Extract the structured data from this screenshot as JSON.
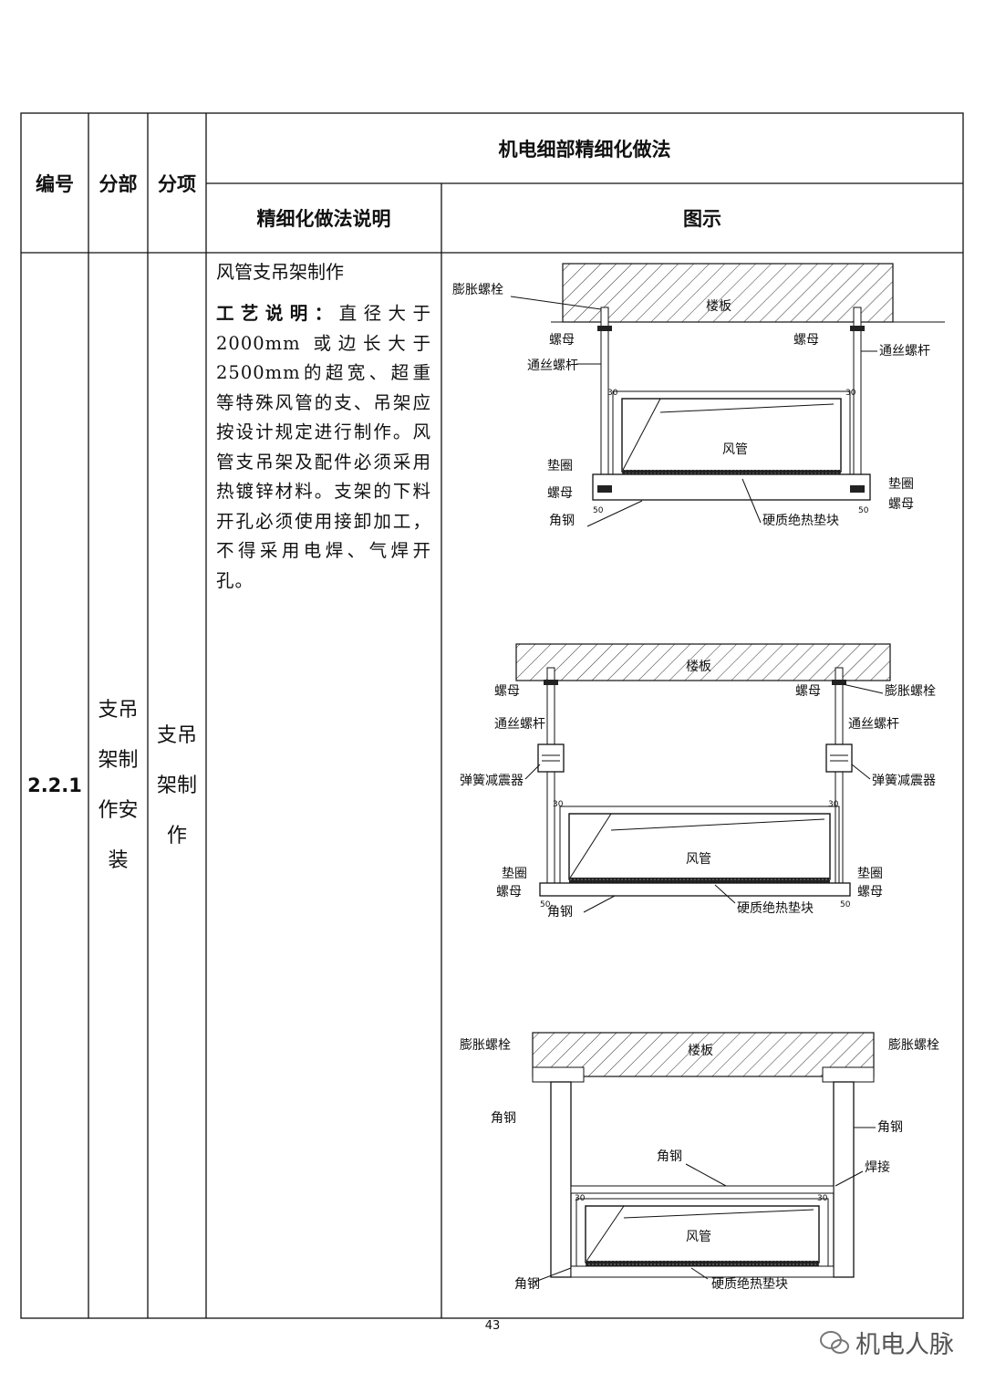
{
  "table": {
    "header": {
      "col_id": "编号",
      "col_part": "分部",
      "col_item": "分项",
      "col_group": "机电细部精细化做法",
      "col_desc": "精细化做法说明",
      "col_fig": "图示"
    },
    "row": {
      "id": "2.2.1",
      "part_lines": [
        "支吊",
        "架制",
        "作安",
        "装"
      ],
      "item_lines": [
        "支吊",
        "架制",
        "作"
      ],
      "desc_title": "风管支吊架制作",
      "desc_label": "工艺说明：",
      "desc_text": "直径大于2000mm 或边长大于2500mm的超宽、超重等特殊风管的支、吊架应按设计规定进行制作。风管支吊架及配件必须采用热镀锌材料。支架的下料开孔必须使用接卸加工，不得采用电焊、气焊开孔。"
    }
  },
  "figures": {
    "fig1": {
      "slab": "楼板",
      "anchor": "膨胀螺栓",
      "nut_left": "螺母",
      "nut_right": "螺母",
      "rod_left": "通丝螺杆",
      "rod_right": "通丝螺杆",
      "duct": "风管",
      "washer_left": "垫圈",
      "washer_right": "垫圈",
      "nut_bottom_left": "螺母",
      "nut_bottom_right": "螺母",
      "angle_steel": "角钢",
      "pad": "硬质绝热垫块",
      "dim30a": "30",
      "dim30b": "30",
      "dim50a": "50",
      "dim50b": "50"
    },
    "fig2": {
      "slab": "楼板",
      "nut_left": "螺母",
      "nut_right": "螺母",
      "anchor": "膨胀螺栓",
      "rod_left": "通丝螺杆",
      "rod_right": "通丝螺杆",
      "spring_left": "弹簧减震器",
      "spring_right": "弹簧减震器",
      "duct": "风管",
      "washer_left": "垫圈",
      "washer_right": "垫圈",
      "nut_bottom_left": "螺母",
      "nut_bottom_right": "螺母",
      "angle_steel": "角钢",
      "pad": "硬质绝热垫块",
      "dim30a": "30",
      "dim30b": "30",
      "dim50a": "50",
      "dim50b": "50"
    },
    "fig3": {
      "anchor_left": "膨胀螺栓",
      "slab": "楼板",
      "anchor_right": "膨胀螺栓",
      "angle_left": "角钢",
      "angle_right": "角钢",
      "angle_mid": "角钢",
      "weld": "焊接",
      "duct": "风管",
      "angle_bottom": "角钢",
      "pad": "硬质绝热垫块",
      "dim30a": "30",
      "dim30b": "30"
    }
  },
  "footer": {
    "page_number": "43",
    "watermark": "机电人脉"
  }
}
